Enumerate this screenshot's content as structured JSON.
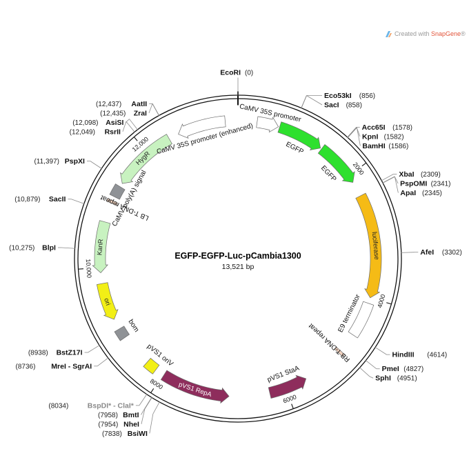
{
  "plasmid": {
    "name": "EGFP-EGFP-Luc-pCambia1300",
    "length_label": "13,521 bp",
    "length": 13521
  },
  "branding": {
    "prefix": "Created with ",
    "app": "SnapGene",
    "suffix": "®",
    "icon": "snapgene-logo-icon"
  },
  "ticks": [
    {
      "bp": 2000,
      "label": "2000"
    },
    {
      "bp": 4000,
      "label": "4000"
    },
    {
      "bp": 6000,
      "label": "6000"
    },
    {
      "bp": 8000,
      "label": "8000"
    },
    {
      "bp": 10000,
      "label": "10,000"
    },
    {
      "bp": 12000,
      "label": "12,000"
    }
  ],
  "sites": [
    {
      "id": "ecori",
      "name": "EcoRI",
      "pos": "(0)",
      "bp": 0,
      "side": "top"
    },
    {
      "id": "eco53ki",
      "name": "Eco53kI",
      "pos": "(856)",
      "bp": 856,
      "side": "right"
    },
    {
      "id": "saci",
      "name": "SacI",
      "pos": "(858)",
      "bp": 858,
      "side": "right"
    },
    {
      "id": "acc65i",
      "name": "Acc65I",
      "pos": "(1578)",
      "bp": 1578,
      "side": "right"
    },
    {
      "id": "kpni",
      "name": "KpnI",
      "pos": "(1582)",
      "bp": 1582,
      "side": "right"
    },
    {
      "id": "bamhi",
      "name": "BamHI",
      "pos": "(1586)",
      "bp": 1586,
      "side": "right"
    },
    {
      "id": "xbai",
      "name": "XbaI",
      "pos": "(2309)",
      "bp": 2309,
      "side": "right"
    },
    {
      "id": "pspomi",
      "name": "PspOMI",
      "pos": "(2341)",
      "bp": 2341,
      "side": "right"
    },
    {
      "id": "apai",
      "name": "ApaI",
      "pos": "(2345)",
      "bp": 2345,
      "side": "right"
    },
    {
      "id": "afei",
      "name": "AfeI",
      "pos": "(3302)",
      "bp": 3302,
      "side": "right"
    },
    {
      "id": "hindiii",
      "name": "HindIII",
      "pos": "(4614)",
      "bp": 4614,
      "side": "right"
    },
    {
      "id": "pmei",
      "name": "PmeI",
      "pos": "(4827)",
      "bp": 4827,
      "side": "right"
    },
    {
      "id": "sphi",
      "name": "SphI",
      "pos": "(4951)",
      "bp": 4951,
      "side": "right"
    },
    {
      "id": "bsiwi",
      "name": "BsiWI",
      "pos": "(7838)",
      "bp": 7838,
      "side": "left"
    },
    {
      "id": "nhei",
      "name": "NheI",
      "pos": "(7954)",
      "bp": 7954,
      "side": "left"
    },
    {
      "id": "bmti",
      "name": "BmtI",
      "pos": "(7958)",
      "bp": 7958,
      "side": "left"
    },
    {
      "id": "bspdi",
      "name": "BspDI* - ClaI*",
      "pos": "(8034)",
      "bp": 8034,
      "side": "left",
      "gray": true
    },
    {
      "id": "mrei",
      "name": "MreI - SgrAI",
      "pos": "(8736)",
      "bp": 8736,
      "side": "left"
    },
    {
      "id": "bstz17i",
      "name": "BstZ17I",
      "pos": "(8938)",
      "bp": 8938,
      "side": "left"
    },
    {
      "id": "blpi",
      "name": "BlpI",
      "pos": "(10,275)",
      "bp": 10275,
      "side": "left"
    },
    {
      "id": "sacii",
      "name": "SacII",
      "pos": "(10,879)",
      "bp": 10879,
      "side": "left"
    },
    {
      "id": "pspxi",
      "name": "PspXI",
      "pos": "(11,397)",
      "bp": 11397,
      "side": "left"
    },
    {
      "id": "rsrii",
      "name": "RsrII",
      "pos": "(12,049)",
      "bp": 12049,
      "side": "left"
    },
    {
      "id": "asisi",
      "name": "AsiSI",
      "pos": "(12,098)",
      "bp": 12098,
      "side": "left"
    },
    {
      "id": "zrai",
      "name": "ZraI",
      "pos": "(12,435)",
      "bp": 12435,
      "side": "left"
    },
    {
      "id": "aatii",
      "name": "AatII",
      "pos": "(12,437)",
      "bp": 12437,
      "side": "left"
    }
  ],
  "features": [
    {
      "id": "camv35s",
      "name": "CaMV 35S promoter",
      "start": 300,
      "end": 640,
      "dir": 1,
      "color": "#ffffff",
      "text": "outside"
    },
    {
      "id": "egfp1",
      "name": "EGFP",
      "start": 660,
      "end": 1380,
      "dir": 1,
      "color": "#2ee02e",
      "text": "inside"
    },
    {
      "id": "egfp2",
      "name": "EGFP",
      "start": 1400,
      "end": 2120,
      "dir": 1,
      "color": "#2ee02e",
      "text": "inside"
    },
    {
      "id": "luciferase",
      "name": "luciferase",
      "start": 2360,
      "end": 4000,
      "dir": 1,
      "color": "#f5bb16",
      "text": "on",
      "textColor": "#222"
    },
    {
      "id": "e9term",
      "name": "E9 terminator",
      "start": 4090,
      "end": 4640,
      "dir": 0,
      "color": "#ffffff",
      "text": "inside"
    },
    {
      "id": "rbrepeat",
      "name": "RB T-DNA repeat",
      "start": 4955,
      "end": 5000,
      "dir": 0,
      "color": "#f2d3c0",
      "text": "inside"
    },
    {
      "id": "pvs1staa",
      "name": "pVS1 StaA",
      "start": 5650,
      "end": 6260,
      "dir": -1,
      "color": "#8e2d5c",
      "text": "inside"
    },
    {
      "id": "pvs1repa",
      "name": "pVS1 RepA",
      "start": 6900,
      "end": 7980,
      "dir": -1,
      "color": "#8e2d5c",
      "text": "on",
      "textColor": "#ffffff"
    },
    {
      "id": "pvs1oriv",
      "name": "pVS1 oriV",
      "start": 8130,
      "end": 8310,
      "dir": 0,
      "color": "#f2ef16",
      "text": "inside"
    },
    {
      "id": "bom",
      "name": "bom",
      "start": 8830,
      "end": 8990,
      "dir": 0,
      "color": "#8f9296",
      "text": "inside"
    },
    {
      "id": "ori",
      "name": "ori",
      "start": 9160,
      "end": 9750,
      "dir": -1,
      "color": "#f2ef16",
      "text": "on",
      "textColor": "#222"
    },
    {
      "id": "kanr",
      "name": "KanR",
      "start": 9920,
      "end": 10720,
      "dir": -1,
      "color": "#c8f2c0",
      "text": "on",
      "textColor": "#222"
    },
    {
      "id": "lbrepeat",
      "name": "LB T-DNA repeat",
      "start": 11030,
      "end": 11075,
      "dir": 0,
      "color": "#f2d3c0",
      "text": "inside"
    },
    {
      "id": "camvpolya",
      "name": "CaMV poly(A) signal",
      "start": 11140,
      "end": 11320,
      "dir": 0,
      "color": "#8f9296",
      "text": "inside"
    },
    {
      "id": "hygr",
      "name": "HygR",
      "start": 11380,
      "end": 12400,
      "dir": -1,
      "color": "#c8f2c0",
      "text": "on",
      "textColor": "#222"
    },
    {
      "id": "camv35senh",
      "name": "CaMV 35S promoter (enhanced)",
      "start": 12560,
      "end": 13321,
      "dir": -1,
      "color": "#ffffff",
      "text": "inside"
    }
  ]
}
